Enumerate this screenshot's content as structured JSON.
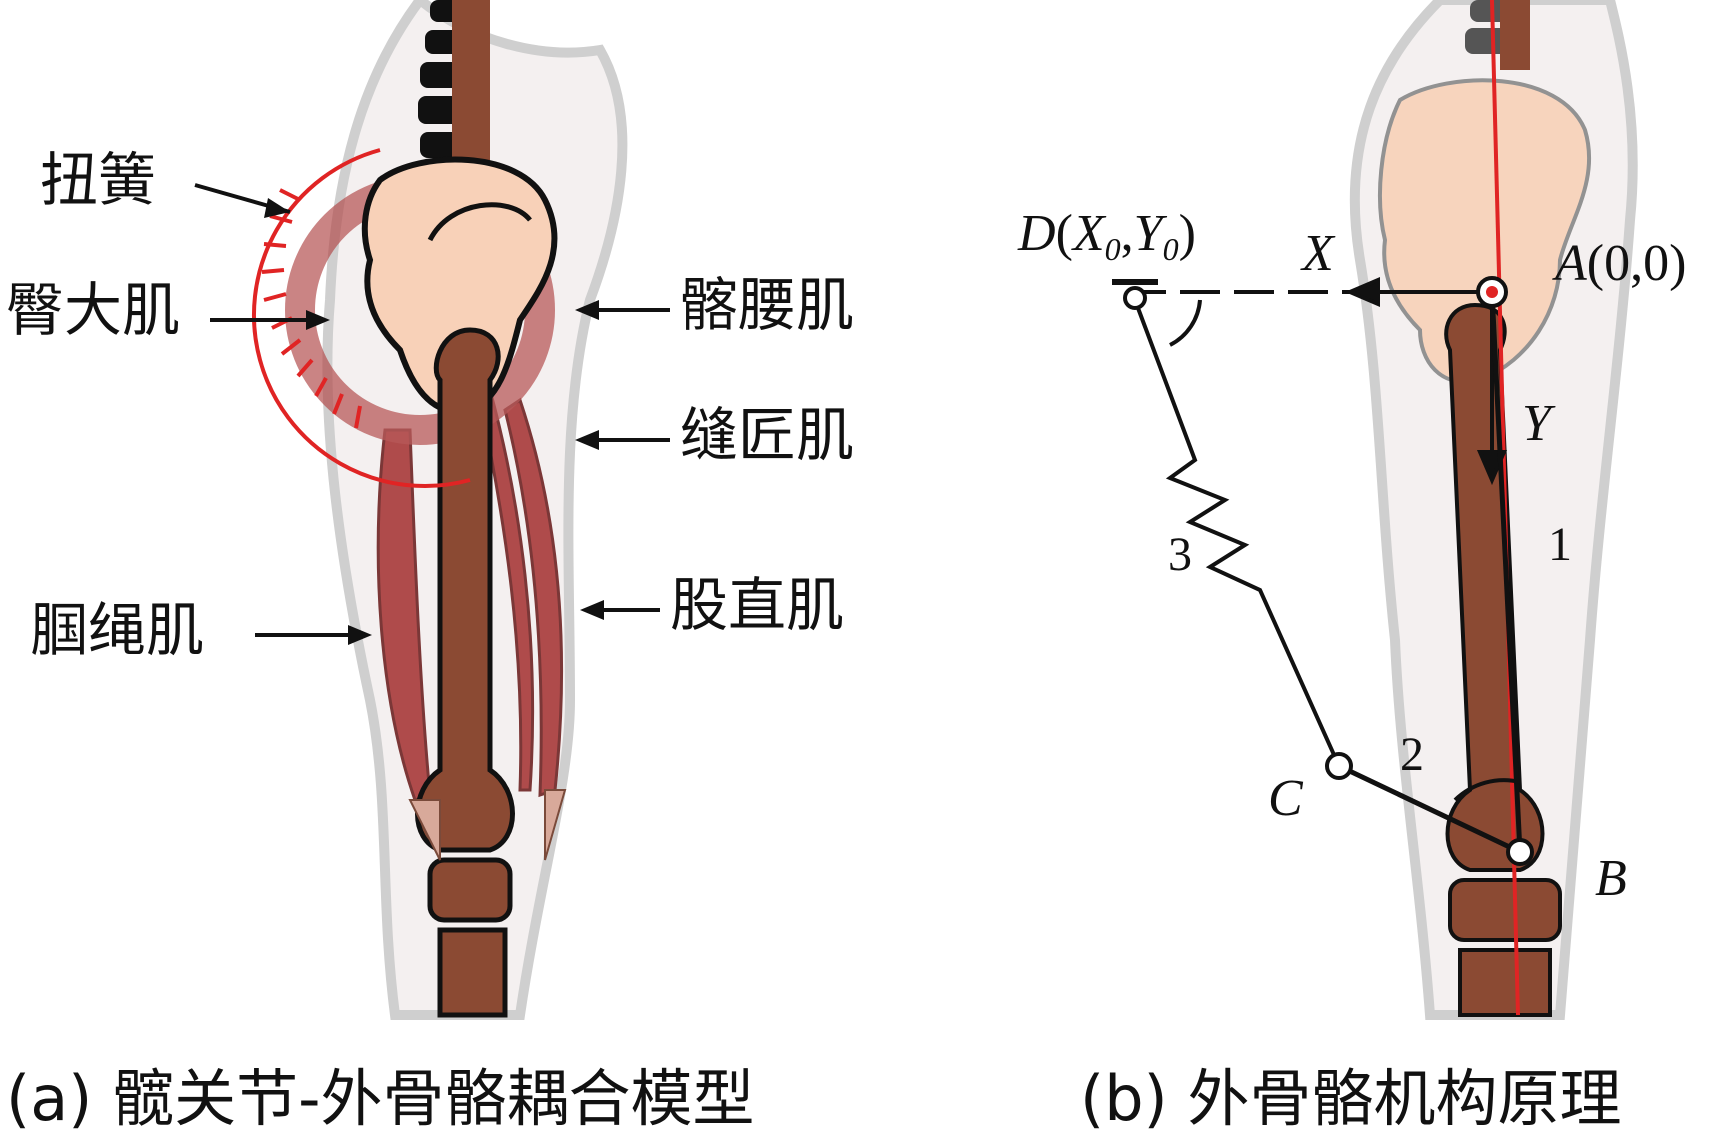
{
  "panel_a": {
    "labels": {
      "torsion_spring": "扭簧",
      "gluteus_maximus": "臀大肌",
      "iliopsoas": "髂腰肌",
      "sartorius": "缝匠肌",
      "rectus_femoris": "股直肌",
      "hamstrings": "腘绳肌"
    },
    "caption": "(a) 髋关节-外骨骼耦合模型"
  },
  "panel_b": {
    "point_D": {
      "name": "D",
      "sub_x": "X",
      "sub_y": "Y",
      "sub_index": "0"
    },
    "point_A": {
      "name": "A",
      "coords": "(0,0)"
    },
    "point_B": "B",
    "point_C": "C",
    "axis_x": "X",
    "axis_y": "Y",
    "link_1": "1",
    "link_2": "2",
    "link_3": "3",
    "caption": "(b) 外骨骼机构原理"
  },
  "colors": {
    "bone": "#8b4a33",
    "pelvis": "#f8d1b8",
    "muscle": "#a83a3a",
    "spring": "#e02424",
    "body_outline": "#c9c9c9",
    "axis_line": "#e02424"
  }
}
